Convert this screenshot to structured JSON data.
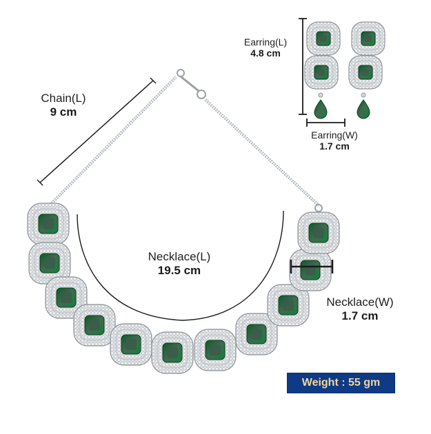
{
  "product": {
    "description": "Emerald green stone silver-tone necklace and earring set with measurements",
    "colors": {
      "stone": "#1f7a3a",
      "stone_dark": "#0f4d22",
      "metal": "#e6e8ea",
      "metal_edge": "#9aa0a6",
      "badge_bg": "#0e3a86",
      "badge_text": "#f2d79a",
      "measure_line": "#1a1a1a"
    }
  },
  "measurements": {
    "chain": {
      "name": "Chain(L)",
      "value": "9 cm"
    },
    "necklace_length": {
      "name": "Necklace(L)",
      "value": "19.5 cm"
    },
    "necklace_width": {
      "name": "Necklace(W)",
      "value": "1.7 cm"
    },
    "earring_length": {
      "name": "Earring(L)",
      "value": "4.8 cm"
    },
    "earring_width": {
      "name": "Earring(W)",
      "value": "1.7 cm"
    }
  },
  "weight": {
    "label": "Weight : 55 gm"
  }
}
